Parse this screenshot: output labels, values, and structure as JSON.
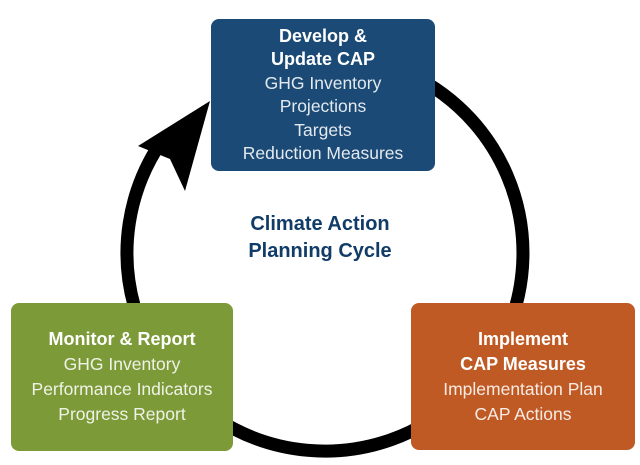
{
  "center_title": {
    "line1": "Climate Action",
    "line2": "Planning Cycle"
  },
  "boxes": {
    "develop": {
      "title_lines": [
        "Develop &",
        "Update CAP"
      ],
      "items": [
        "GHG Inventory",
        "Projections",
        "Targets",
        "Reduction Measures"
      ],
      "color": "#1A4A75"
    },
    "implement": {
      "title_lines": [
        "Implement",
        "CAP Measures"
      ],
      "items": [
        "Implementation Plan",
        "CAP Actions"
      ],
      "color": "#C05A24"
    },
    "monitor": {
      "title_lines": [
        "Monitor & Report"
      ],
      "items": [
        "GHG Inventory",
        "Performance Indicators",
        "Progress Report"
      ],
      "color": "#7D9A39"
    }
  },
  "colors": {
    "center_title": "#123C68",
    "arrow": "#000000",
    "background": "#FFFFFF",
    "box_text": "#FFFFFF"
  }
}
